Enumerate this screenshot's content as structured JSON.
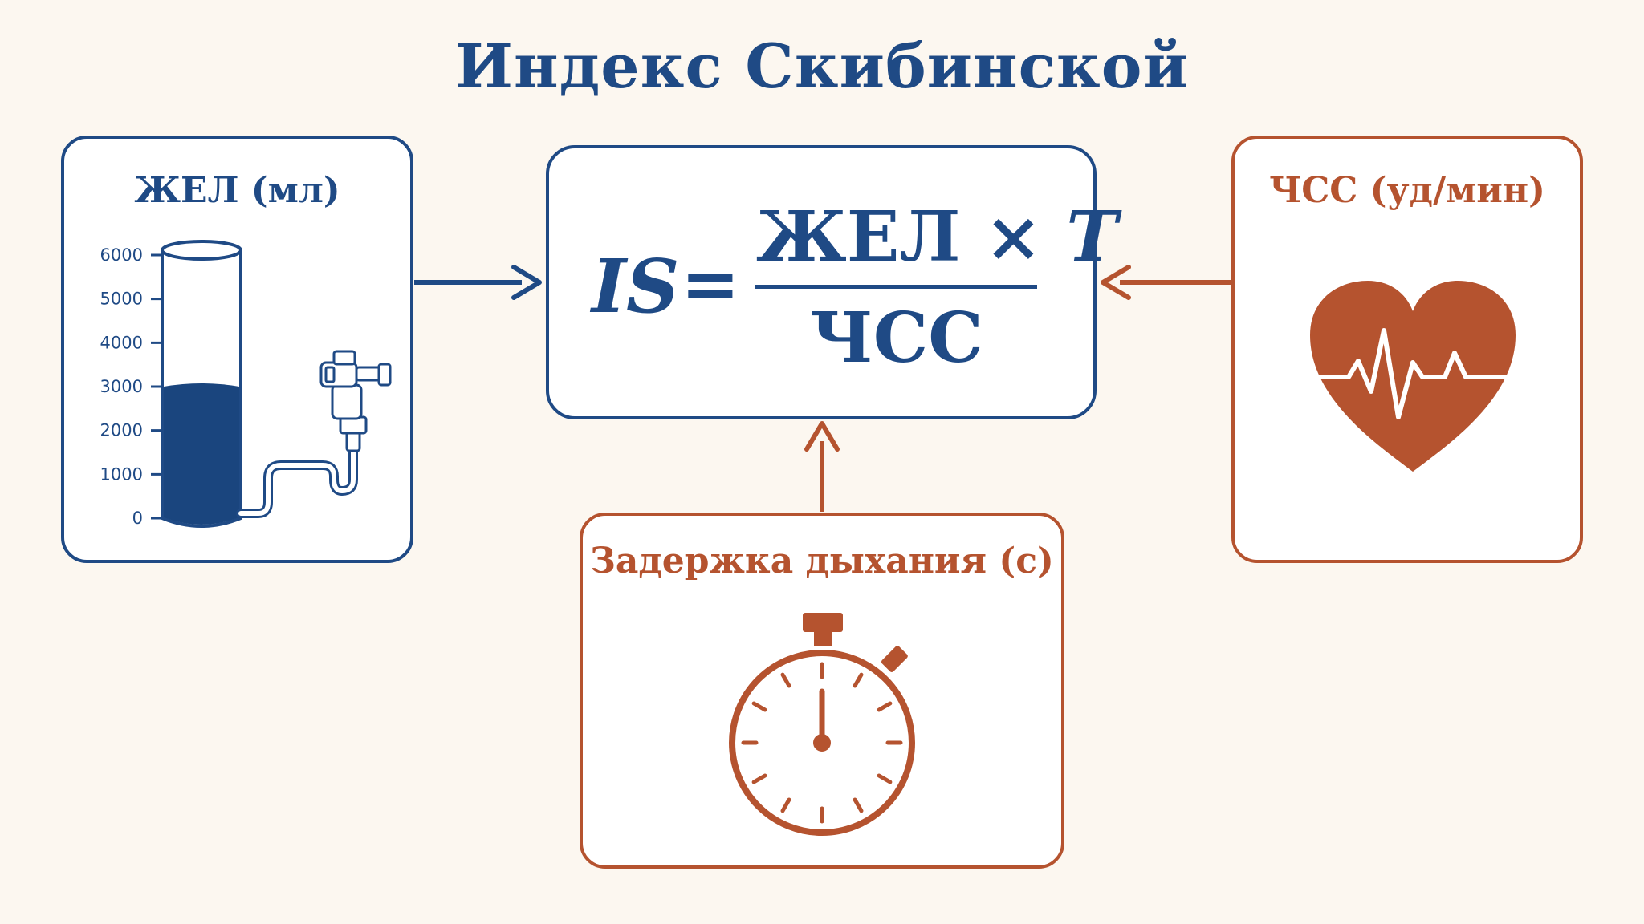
{
  "title": "Индекс Скибинской",
  "colors": {
    "primary": "#1f4a85",
    "accent": "#b5532f",
    "background": "#fcf7f0"
  },
  "vital_capacity": {
    "label": "ЖЕЛ (мл)",
    "icon": "spirometer-cylinder-icon",
    "scale_ticks": [
      "6000",
      "5000",
      "4000",
      "3000",
      "2000",
      "1000",
      "0"
    ],
    "fill_level_ml": 3000,
    "scale_max_ml": 6000
  },
  "formula": {
    "lhs": "IS",
    "equals": "=",
    "numerator_main": "ЖЕЛ ×",
    "numerator_var": "T",
    "denominator": "ЧСС"
  },
  "heart_rate": {
    "label": "ЧСС (уд/мин)",
    "icon": "heart-pulse-icon"
  },
  "breath_hold": {
    "label": "Задержка дыхания (с)",
    "icon": "stopwatch-icon"
  }
}
